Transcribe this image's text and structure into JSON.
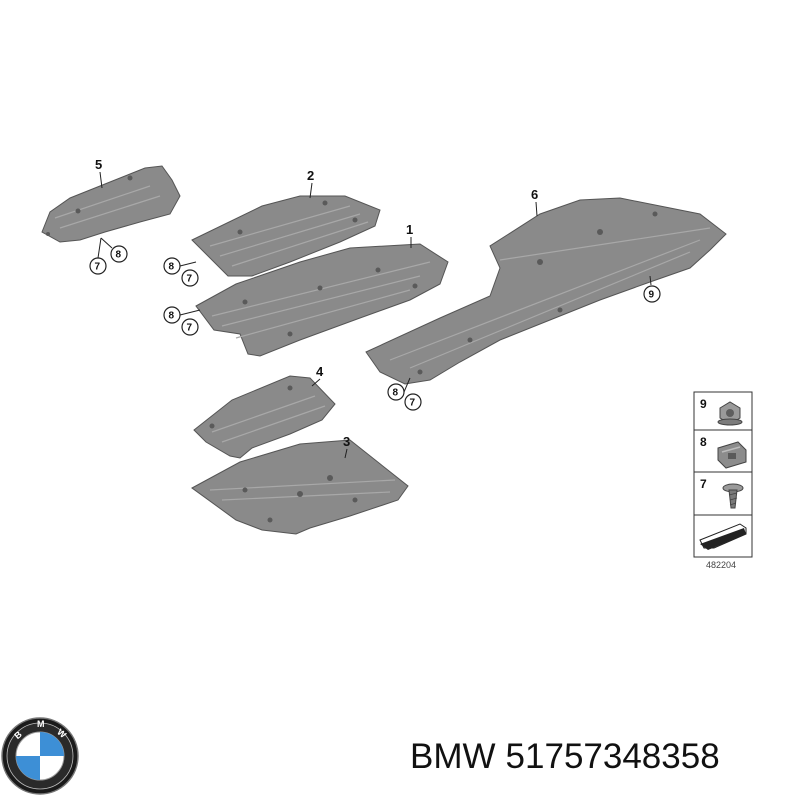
{
  "diagram": {
    "callouts": {
      "p1": "1",
      "p2": "2",
      "p3": "3",
      "p4": "4",
      "p5": "5",
      "p6": "6",
      "p7": "7",
      "p8": "8",
      "p9": "9"
    },
    "legend": [
      {
        "number": "9",
        "icon": "nut-icon"
      },
      {
        "number": "8",
        "icon": "clip-nut-icon"
      },
      {
        "number": "7",
        "icon": "screw-icon"
      }
    ],
    "reference_number": "482204"
  },
  "caption": {
    "brand": "BMW",
    "part_number": "51757348358"
  }
}
